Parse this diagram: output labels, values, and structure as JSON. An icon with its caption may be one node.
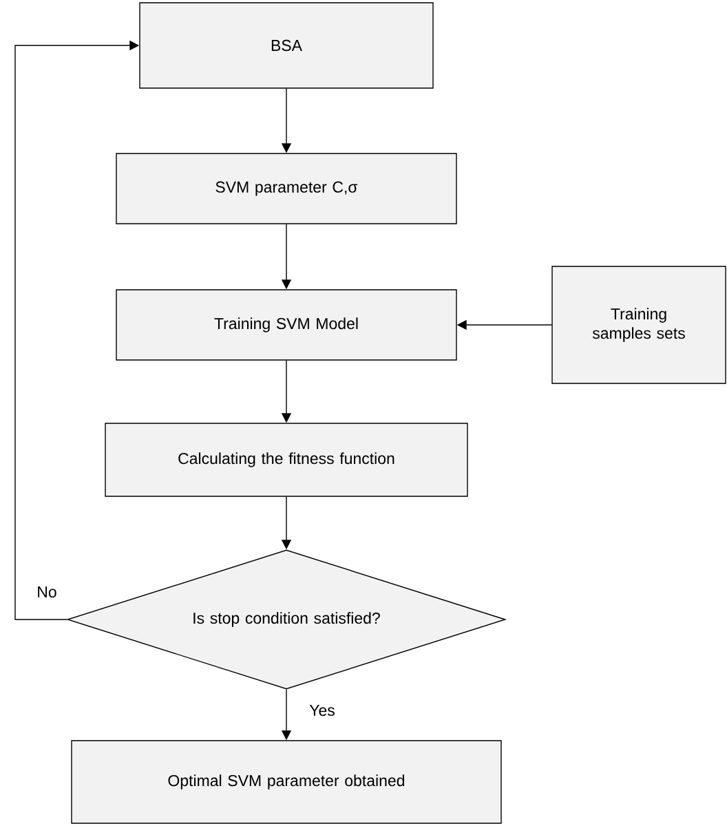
{
  "diagram": {
    "nodes": [
      {
        "text": [
          "BSA"
        ]
      },
      {
        "text": [
          "SVM parameter C,σ"
        ]
      },
      {
        "text": [
          "Training SVM Model"
        ]
      },
      {
        "text": [
          "Training samples sets"
        ]
      },
      {
        "text": [
          "Calculating the fitness function"
        ]
      },
      {
        "text": [
          "Is stop condition satisfied?"
        ]
      },
      {
        "text": [
          "Optimal SVM parameter obtained"
        ]
      }
    ],
    "edges": [
      {
        "from": 0,
        "to": 1,
        "arrow": "to"
      },
      {
        "from": 1,
        "to": 2,
        "arrow": "to"
      },
      {
        "from": 3,
        "to": 2,
        "arrow": "to"
      },
      {
        "from": 2,
        "to": 4,
        "arrow": "to"
      },
      {
        "from": 4,
        "to": 5,
        "arrow": "to"
      },
      {
        "from": 5,
        "to": 6,
        "arrow": "to",
        "label": "Yes"
      },
      {
        "from": 5,
        "to": 0,
        "arrow": "to",
        "label": "No"
      }
    ]
  }
}
